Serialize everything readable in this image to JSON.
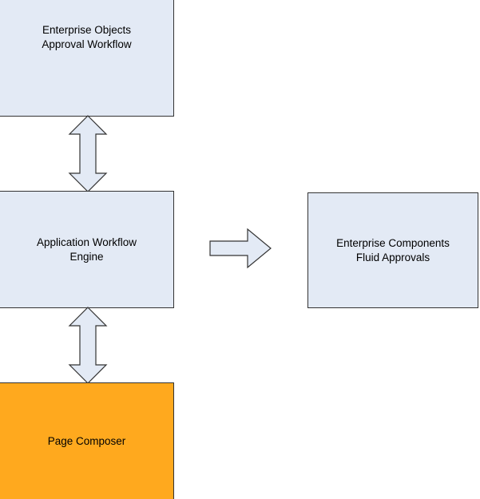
{
  "diagram": {
    "title": "",
    "type": "block-diagram",
    "background_color": "#ffffff",
    "nodes": [
      {
        "id": "enterprise-objects-approval-workflow",
        "label": "Enterprise Objects\nApproval Workflow",
        "fill_color": "#e3eaf5",
        "border_color": "#333333",
        "text_color": "#000000"
      },
      {
        "id": "application-workflow-engine",
        "label": "Application Workflow\nEngine",
        "fill_color": "#e3eaf5",
        "border_color": "#333333",
        "text_color": "#000000"
      },
      {
        "id": "enterprise-components-fluid-approvals",
        "label": "Enterprise Components\nFluid Approvals",
        "fill_color": "#e3eaf5",
        "border_color": "#333333",
        "text_color": "#000000"
      },
      {
        "id": "page-composer",
        "label": "Page Composer",
        "fill_color": "#ffa91e",
        "border_color": "#333333",
        "text_color": "#000000"
      }
    ],
    "connectors": [
      {
        "id": "connector-eo-approval-to-engine",
        "name": "bidirectional-vertical-arrow",
        "direction": "both",
        "orientation": "vertical",
        "from": "enterprise-objects-approval-workflow",
        "to": "application-workflow-engine",
        "fill_color": "#e3eaf5",
        "border_color": "#333333"
      },
      {
        "id": "connector-engine-to-fluid-approvals",
        "name": "right-arrow",
        "direction": "right",
        "orientation": "horizontal",
        "from": "application-workflow-engine",
        "to": "enterprise-components-fluid-approvals",
        "fill_color": "#e3eaf5",
        "border_color": "#333333"
      },
      {
        "id": "connector-engine-to-page-composer",
        "name": "bidirectional-vertical-arrow",
        "direction": "both",
        "orientation": "vertical",
        "from": "application-workflow-engine",
        "to": "page-composer",
        "fill_color": "#e3eaf5",
        "border_color": "#333333"
      }
    ]
  }
}
